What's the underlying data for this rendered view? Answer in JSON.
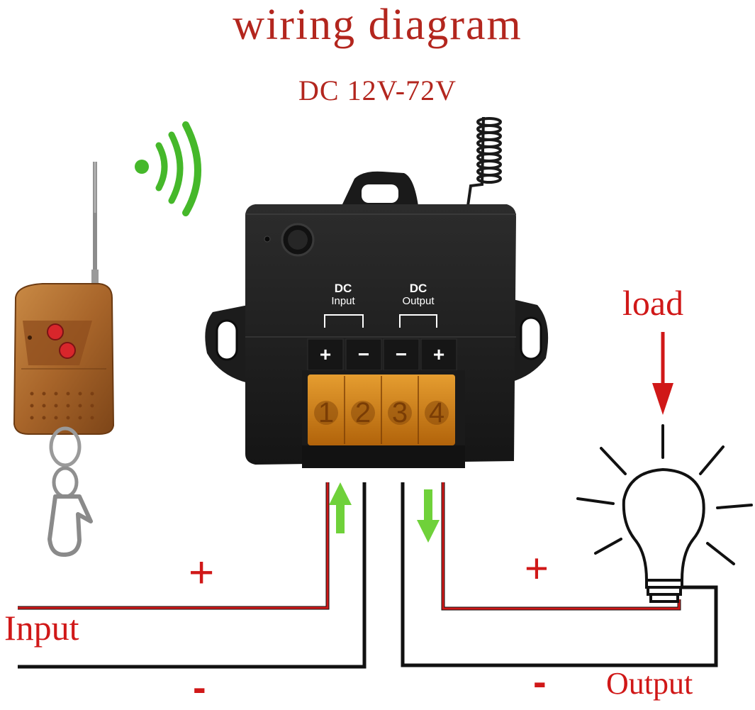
{
  "diagram": {
    "title": "wiring diagram",
    "subtitle": "DC 12V-72V",
    "module": {
      "input_group": {
        "line1": "DC",
        "line2": "Input"
      },
      "output_group": {
        "line1": "DC",
        "line2": "Output"
      },
      "terminal_signs": [
        "+",
        "−",
        "−",
        "+"
      ],
      "terminal_numbers": [
        "1",
        "2",
        "3",
        "4"
      ]
    },
    "load_label": "load",
    "input_label": "Input",
    "output_label": "Output",
    "input_plus": "+",
    "input_minus": "-",
    "output_plus": "+",
    "output_minus": "-"
  },
  "colors": {
    "title_red": "#b3261e",
    "wire_red": "#d01818",
    "arrow_green": "#6fd13a",
    "module_black": "#1e1e1e",
    "terminal_amber": "#d9820f",
    "remote_brown": "#b8732e"
  }
}
